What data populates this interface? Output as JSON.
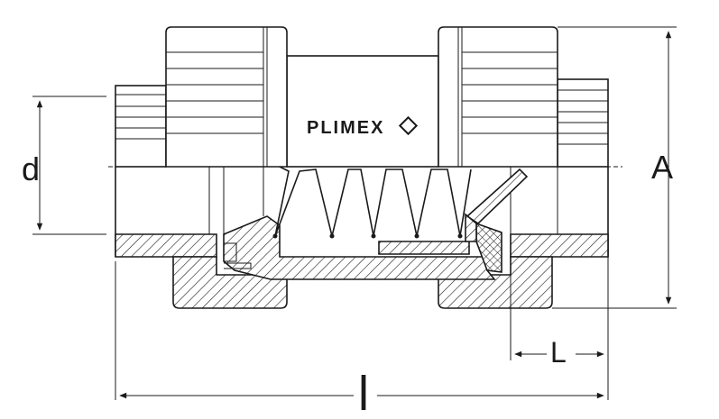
{
  "brand": {
    "logo_text": "PLIMEX"
  },
  "dimensions": {
    "d_label": "d",
    "A_label": "A",
    "L_label": "L",
    "l_label": "l"
  }
}
